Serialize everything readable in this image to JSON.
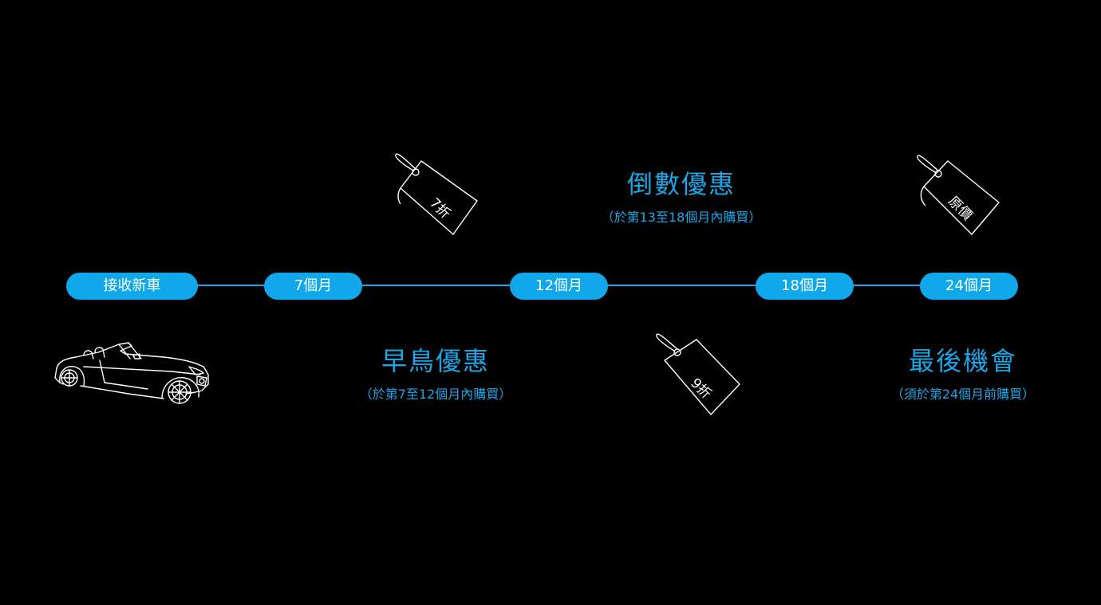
{
  "colors": {
    "background": "#000000",
    "accent": "#1aa7e8",
    "pill": "#10a8ea",
    "text": "#ffffff"
  },
  "timeline": {
    "milestones": [
      {
        "label": "接收新車"
      },
      {
        "label": "7個月"
      },
      {
        "label": "12個月"
      },
      {
        "label": "18個月"
      },
      {
        "label": "24個月"
      }
    ]
  },
  "periods": {
    "early_bird": {
      "title": "早鳥優惠",
      "note": "（於第7至12個月內購買）"
    },
    "countdown": {
      "title": "倒數優惠",
      "note": "（於第13至18個月內購買）"
    },
    "last_chance": {
      "title": "最後機會",
      "note": "（須於第24個月前購買）"
    }
  },
  "tags": {
    "early": {
      "label": "7折",
      "icon": "price-tag-icon"
    },
    "countdown": {
      "label": "9折",
      "icon": "price-tag-icon"
    },
    "last": {
      "label": "原價",
      "icon": "price-tag-icon"
    }
  },
  "illustration": {
    "icon": "convertible-car-icon"
  }
}
